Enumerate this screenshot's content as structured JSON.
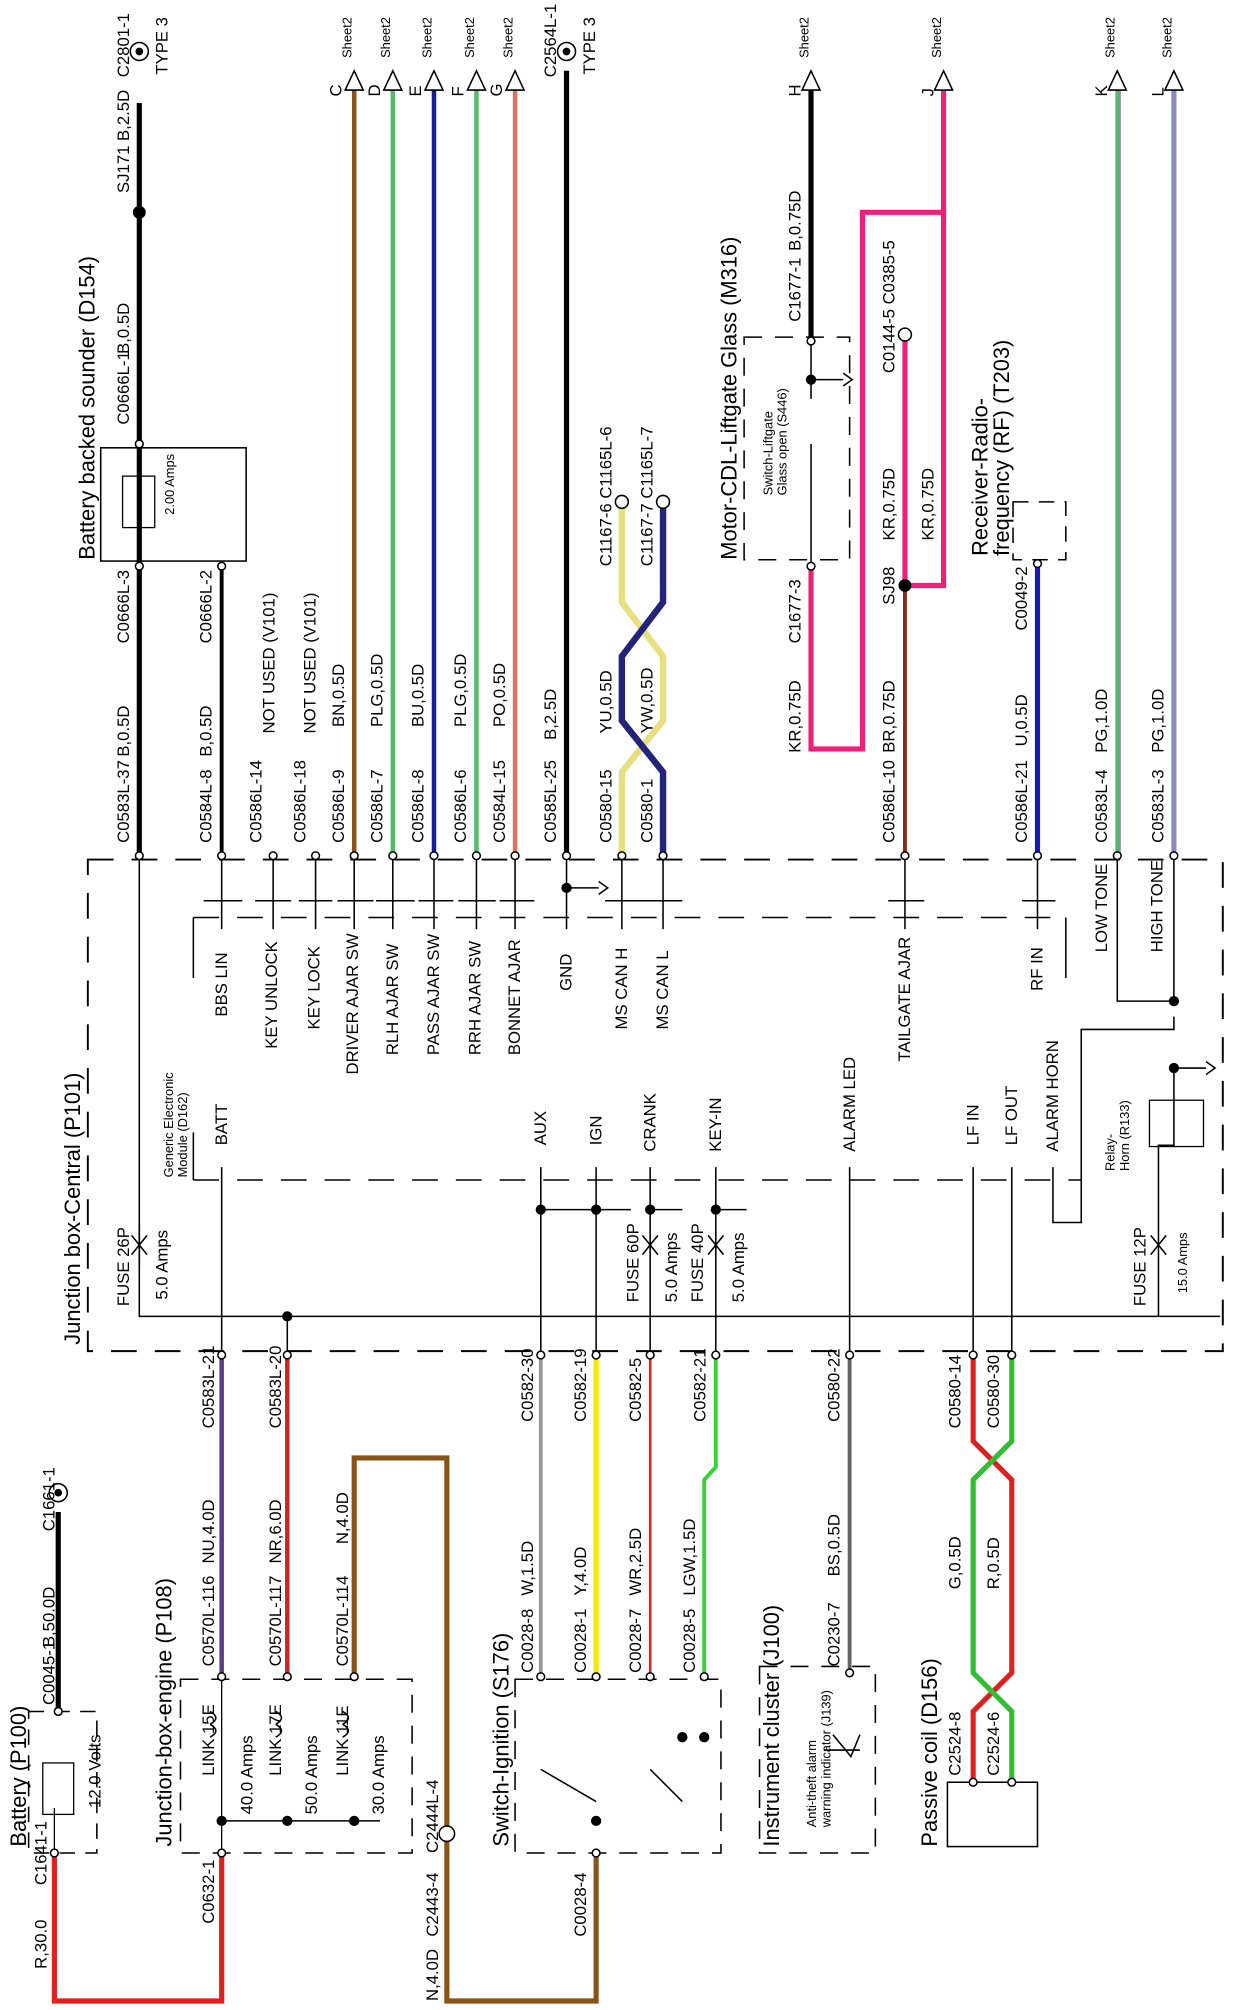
{
  "battery": {
    "title": "Battery (P100)",
    "volts": "12.0 Volts",
    "c1641": "C1641-1",
    "c1661": "C1661-1",
    "c0045": "C0045-1",
    "wire_b50": "B,50.0D",
    "wire_r30": "R,30.0"
  },
  "jbe": {
    "title": "Junction-box-engine (P108)",
    "c0632": "C0632-1",
    "links": [
      {
        "name": "LINK 15E",
        "amps": "40.0 Amps",
        "conn": "C0570L-116",
        "wire": "NU,4.0D"
      },
      {
        "name": "LINK 17E",
        "amps": "50.0 Amps",
        "conn": "C0570L-117",
        "wire": "NR,6.0D"
      },
      {
        "name": "LINK 11E",
        "amps": "30.0 Amps",
        "conn": "C0570L-114",
        "wire": "N,4.0D"
      }
    ],
    "c2443": "C2443-4",
    "c2444": "C2444L-4",
    "wire_n4": "N,4.0D"
  },
  "ignition": {
    "title": "Switch-Ignition (S176)",
    "c0028_4": "C0028-4",
    "pins": [
      {
        "conn": "C0028-8",
        "wire": "W,1.5D",
        "jb": "C0582-30"
      },
      {
        "conn": "C0028-1",
        "wire": "Y,4.0D",
        "jb": "C0582-19"
      },
      {
        "conn": "C0028-7",
        "wire": "WR,2.5D",
        "jb": "C0582-5"
      },
      {
        "conn": "C0028-5",
        "wire": "LGW,1.5D",
        "jb": "C0582-21"
      }
    ]
  },
  "cluster": {
    "title": "Instrument cluster (J100)",
    "indicator": [
      "Anti-theft alarm",
      "warning indicator (J139)"
    ],
    "conn": "C0230-7",
    "wire": "BS,0.5D",
    "jb": "C0580-22"
  },
  "passive": {
    "title": "Passive coil (D156)",
    "c8": "C2524-8",
    "c6": "C2524-6",
    "w1": "G,0.5D",
    "w2": "R,0.5D",
    "jb1": "C0580-14",
    "jb2": "C0580-30"
  },
  "jbc": {
    "title": "Junction box-Central (P101)",
    "gem": [
      "Generic Electronic",
      "Module (D162)"
    ],
    "fuse26": {
      "name": "FUSE 26P",
      "amps": "5.0 Amps"
    },
    "fuse60": {
      "name": "FUSE 60P",
      "amps": "5.0 Amps"
    },
    "fuse40": {
      "name": "FUSE 40P",
      "amps": "5.0 Amps"
    },
    "fuse12": {
      "name": "FUSE 12P",
      "amps": "15.0 Amps"
    },
    "c0583_21": "C0583L-21",
    "c0583_20": "C0583L-20",
    "pins_bottom": {
      "batt": "BATT",
      "aux": "AUX",
      "ign": "IGN",
      "crank": "CRANK",
      "keyin": "KEY-IN",
      "alarm_led": "ALARM LED",
      "lfin": "LF IN",
      "lfout": "LF OUT",
      "alarm_horn": "ALARM HORN"
    },
    "relay": [
      "Relay-",
      "Horn (R133)"
    ],
    "pins_top": {
      "bbs": "BBS LIN",
      "keyunlock": "KEY UNLOCK",
      "keylock": "KEY LOCK",
      "driver": "DRIVER AJAR SW",
      "rlh": "RLH AJAR SW",
      "pass": "PASS AJAR SW",
      "rrh": "RRH AJAR SW",
      "bonnet": "BONNET AJAR",
      "gnd": "GND",
      "canh": "MS CAN H",
      "canl": "MS CAN L",
      "tailgate": "TAILGATE AJAR",
      "rfin": "RF IN",
      "lowtone": "LOW TONE",
      "hightone": "HIGH TONE"
    }
  },
  "sounder": {
    "title": "Battery backed sounder (D154)",
    "fuse": "2.00 Amps",
    "c0666_1": "C0666L-1",
    "c0666_3": "C0666L-3",
    "c0666_2": "C0666L-2",
    "w_top": "B,0.5D",
    "sj171": "SJ171 B,2.5D",
    "c2801": "C2801-1",
    "type3": "TYPE 3"
  },
  "wires": [
    {
      "jb": "C0583L-37",
      "wire": "B,0.5D",
      "dest": "C0666L-3"
    },
    {
      "jb": "C0584L-8",
      "wire": "B,0.5D",
      "dest": "C0666L-2"
    },
    {
      "jb": "C0586L-14",
      "wire": "NOT USED (V101)"
    },
    {
      "jb": "C0586L-18",
      "wire": "NOT USED (V101)"
    },
    {
      "jb": "C0586L-9",
      "wire": "BN,0.5D",
      "letter": "C"
    },
    {
      "jb": "C0586L-7",
      "wire": "PLG,0.5D",
      "letter": "D"
    },
    {
      "jb": "C0586L-8",
      "wire": "BU,0.5D",
      "letter": "E"
    },
    {
      "jb": "C0586L-6",
      "wire": "PLG,0.5D",
      "letter": "F"
    },
    {
      "jb": "C0584L-15",
      "wire": "PO,0.5D",
      "letter": "G"
    },
    {
      "jb": "C0585L-25",
      "wire": "B,2.5D",
      "dest": "C2564L-1"
    },
    {
      "jb": "C0580-15",
      "wire": "YU,0.5D"
    },
    {
      "jb": "C0580-1",
      "wire": "YW,0.5D"
    }
  ],
  "sheet2": "Sheet2",
  "can": {
    "a": "C1167-6 C1165L-6",
    "b": "C1167-7 C1165L-7"
  },
  "liftgate": {
    "title": "Motor-CDL-Liftgate Glass (M316)",
    "switch": [
      "Switch-Liftgate",
      "Glass open (S446)"
    ],
    "c1677_3": "C1677-3",
    "c1677_1": "C1677-1",
    "w1677": "B,0.75D",
    "c0144": "C0144-5 C0385-5",
    "w1": "KR,0.75D",
    "w2": "KR,0.75D",
    "w3": "KR,0.75D",
    "sj98": "SJ98",
    "jb": "C0586L-10",
    "wjb": "BR,0.75D",
    "H": "H",
    "J": "J"
  },
  "rf": {
    "title": [
      "Receiver-Radio-",
      "frequency (RF) (T203)"
    ],
    "c0049": "C0049-2",
    "jb": "C0586L-21",
    "wire": "U,0.5D"
  },
  "horn": {
    "low_jb": "C0583L-4",
    "low_w": "PG,1.0D",
    "high_jb": "C0583L-3",
    "high_w": "PG,1.0D",
    "K": "K",
    "L": "L"
  }
}
